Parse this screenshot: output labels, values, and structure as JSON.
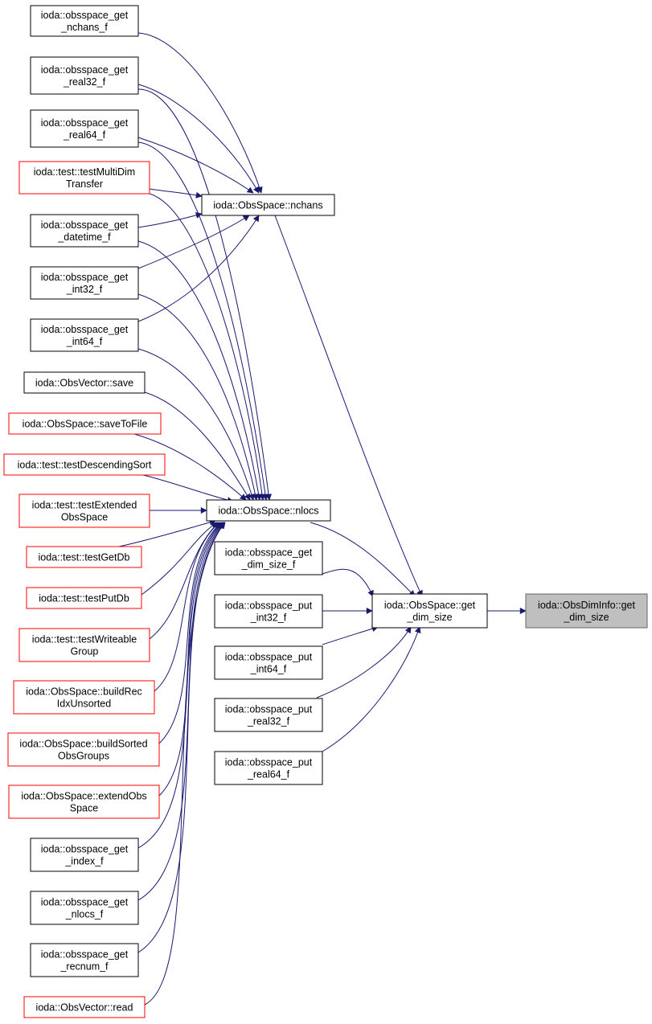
{
  "colors": {
    "edge": "#191970",
    "black_border": "#000000",
    "red_border": "#ff0000",
    "root_fill": "#bfbfbf",
    "root_border": "#666666",
    "node_fill": "#ffffff"
  },
  "nodes": {
    "obsspace_get_nchans_f": {
      "lines": [
        "ioda::obsspace_get",
        "_nchans_f"
      ],
      "style": "black"
    },
    "obsspace_get_real32_f": {
      "lines": [
        "ioda::obsspace_get",
        "_real32_f"
      ],
      "style": "black"
    },
    "obsspace_get_real64_f": {
      "lines": [
        "ioda::obsspace_get",
        "_real64_f"
      ],
      "style": "black"
    },
    "test_multidim_transfer": {
      "lines": [
        "ioda::test::testMultiDim",
        "Transfer"
      ],
      "style": "red"
    },
    "obsspace_get_datetime_f": {
      "lines": [
        "ioda::obsspace_get",
        "_datetime_f"
      ],
      "style": "black"
    },
    "obsspace_get_int32_f": {
      "lines": [
        "ioda::obsspace_get",
        "_int32_f"
      ],
      "style": "black"
    },
    "obsspace_get_int64_f": {
      "lines": [
        "ioda::obsspace_get",
        "_int64_f"
      ],
      "style": "black"
    },
    "obsvector_save": {
      "lines": [
        "ioda::ObsVector::save"
      ],
      "style": "black"
    },
    "obsspace_savetofile": {
      "lines": [
        "ioda::ObsSpace::saveToFile"
      ],
      "style": "red"
    },
    "test_descending_sort": {
      "lines": [
        "ioda::test::testDescendingSort"
      ],
      "style": "red"
    },
    "test_extended_obsspace": {
      "lines": [
        "ioda::test::testExtended",
        "ObsSpace"
      ],
      "style": "red"
    },
    "test_getdb": {
      "lines": [
        "ioda::test::testGetDb"
      ],
      "style": "red"
    },
    "test_putdb": {
      "lines": [
        "ioda::test::testPutDb"
      ],
      "style": "red"
    },
    "test_writeable_group": {
      "lines": [
        "ioda::test::testWriteable",
        "Group"
      ],
      "style": "red"
    },
    "obsspace_build_rec": {
      "lines": [
        "ioda::ObsSpace::buildRec",
        "IdxUnsorted"
      ],
      "style": "red"
    },
    "obsspace_build_sorted": {
      "lines": [
        "ioda::ObsSpace::buildSorted",
        "ObsGroups"
      ],
      "style": "red"
    },
    "obsspace_extend": {
      "lines": [
        "ioda::ObsSpace::extendObs",
        "Space"
      ],
      "style": "red"
    },
    "obsspace_get_index_f": {
      "lines": [
        "ioda::obsspace_get",
        "_index_f"
      ],
      "style": "black"
    },
    "obsspace_get_nlocs_f": {
      "lines": [
        "ioda::obsspace_get",
        "_nlocs_f"
      ],
      "style": "black"
    },
    "obsspace_get_recnum_f": {
      "lines": [
        "ioda::obsspace_get",
        "_recnum_f"
      ],
      "style": "black"
    },
    "obsvector_read": {
      "lines": [
        "ioda::ObsVector::read"
      ],
      "style": "red"
    },
    "obsspace_nchans": {
      "lines": [
        "ioda::ObsSpace::nchans"
      ],
      "style": "black"
    },
    "obsspace_nlocs": {
      "lines": [
        "ioda::ObsSpace::nlocs"
      ],
      "style": "black"
    },
    "obsspace_get_dim_size_f": {
      "lines": [
        "ioda::obsspace_get",
        "_dim_size_f"
      ],
      "style": "black"
    },
    "obsspace_put_int32_f": {
      "lines": [
        "ioda::obsspace_put",
        "_int32_f"
      ],
      "style": "black"
    },
    "obsspace_put_int64_f": {
      "lines": [
        "ioda::obsspace_put",
        "_int64_f"
      ],
      "style": "black"
    },
    "obsspace_put_real32_f": {
      "lines": [
        "ioda::obsspace_put",
        "_real32_f"
      ],
      "style": "black"
    },
    "obsspace_put_real64_f": {
      "lines": [
        "ioda::obsspace_put",
        "_real64_f"
      ],
      "style": "black"
    },
    "obsspace_get_dim_size": {
      "lines": [
        "ioda::ObsSpace::get",
        "_dim_size"
      ],
      "style": "black"
    },
    "obsdiminfo_get_dim_size": {
      "lines": [
        "ioda::ObsDimInfo::get",
        "_dim_size"
      ],
      "style": "root"
    }
  }
}
